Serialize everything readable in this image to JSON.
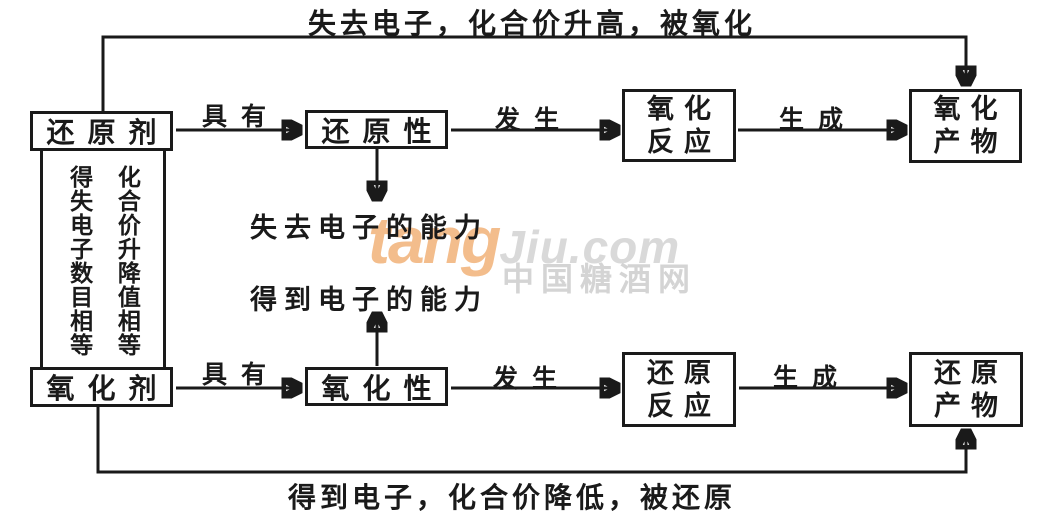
{
  "colors": {
    "ink": "#1a1a1a",
    "background": "#ffffff",
    "watermark_orange": "#f3bd8c",
    "watermark_gray": "#d9d9d9"
  },
  "banners": {
    "top": "失去电子，化合价升高，被氧化",
    "bottom": "得到电子，化合价降低，被还原"
  },
  "nodes": {
    "reducing_agent": "还原剂",
    "oxidizing_agent": "氧化剂",
    "reducing_property": "还原性",
    "oxidizing_property": "氧化性",
    "oxidation_reaction": {
      "line1": "氧化",
      "line2": "反应"
    },
    "reduction_reaction": {
      "line1": "还原",
      "line2": "反应"
    },
    "oxidation_product": {
      "line1": "氧化",
      "line2": "产物"
    },
    "reduction_product": {
      "line1": "还原",
      "line2": "产物"
    }
  },
  "edge_labels": {
    "possess": "具有",
    "undergo": "发生",
    "generate": "生成"
  },
  "notes": {
    "lose_ability": "失去电子的能力",
    "gain_ability": "得到电子的能力",
    "electron_equal": "得失电子数目相等",
    "valence_equal": "化合价升降值相等"
  },
  "watermark": {
    "logo_accent": "tang",
    "logo_rest": "Jiu.com",
    "site_name": "中国糖酒网"
  }
}
